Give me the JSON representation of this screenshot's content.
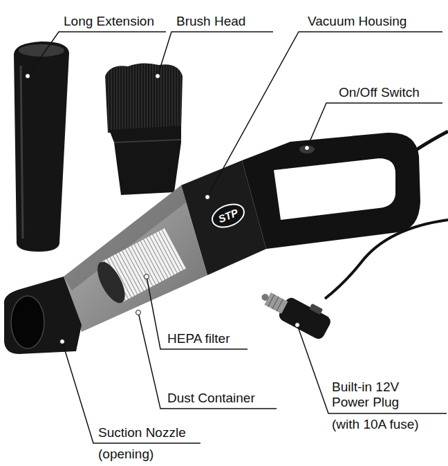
{
  "diagram": {
    "labels": [
      "Long Extension",
      "Brush Head",
      "Vacuum Housing",
      "On/Off Switch",
      "STP",
      "HEPA filter",
      "Dust Container",
      "Built-in 12V Power Plug",
      "(with 10A fuse)",
      "Suction Nozzle",
      "(opening)"
    ]
  }
}
